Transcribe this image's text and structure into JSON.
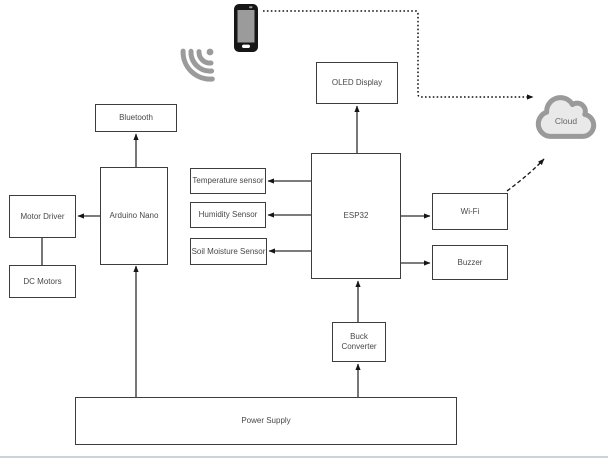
{
  "diagram": {
    "blocks": {
      "bluetooth": {
        "label": "Bluetooth"
      },
      "motor_driver": {
        "label": "Motor Driver"
      },
      "arduino_nano": {
        "label": "Arduino Nano"
      },
      "dc_motors": {
        "label": "DC Motors"
      },
      "temperature_sensor": {
        "label": "Temperature sensor"
      },
      "humidity_sensor": {
        "label": "Humidity Sensor"
      },
      "soil_moisture_sensor": {
        "label": "Soil Moisture Sensor"
      },
      "esp32": {
        "label": "ESP32"
      },
      "oled_display": {
        "label": "OLED Display"
      },
      "wifi": {
        "label": "Wi-Fi"
      },
      "buzzer": {
        "label": "Buzzer"
      },
      "buck_converter": {
        "label": "Buck Converter"
      },
      "power_supply": {
        "label": "Power Supply"
      },
      "cloud": {
        "label": "Cloud"
      }
    },
    "icons": [
      "smartphone-icon",
      "wireless-signal-icon",
      "cloud-icon"
    ],
    "edges": [
      {
        "from": "Arduino Nano",
        "to": "Bluetooth",
        "style": "solid-arrow"
      },
      {
        "from": "Arduino Nano",
        "to": "Motor Driver",
        "style": "solid-arrow"
      },
      {
        "from": "Motor Driver",
        "to": "DC Motors",
        "style": "solid-line"
      },
      {
        "from": "Power Supply",
        "to": "Arduino Nano",
        "style": "solid-arrow"
      },
      {
        "from": "ESP32",
        "to": "Temperature sensor",
        "style": "solid-arrow"
      },
      {
        "from": "ESP32",
        "to": "Humidity Sensor",
        "style": "solid-arrow"
      },
      {
        "from": "ESP32",
        "to": "Soil Moisture Sensor",
        "style": "solid-arrow"
      },
      {
        "from": "ESP32",
        "to": "OLED Display",
        "style": "solid-arrow"
      },
      {
        "from": "ESP32",
        "to": "Wi-Fi",
        "style": "solid-arrow"
      },
      {
        "from": "ESP32",
        "to": "Buzzer",
        "style": "solid-arrow"
      },
      {
        "from": "Buck Converter",
        "to": "ESP32",
        "style": "solid-arrow"
      },
      {
        "from": "Power Supply",
        "to": "Buck Converter",
        "style": "solid-arrow"
      },
      {
        "from": "Smartphone",
        "to": "Cloud",
        "style": "dotted-arrow"
      },
      {
        "from": "Wi-Fi",
        "to": "Cloud",
        "style": "dashed-arrow"
      }
    ],
    "colors": {
      "box_border": "#3d3d3d",
      "line": "#2e2e2e",
      "icon_gray": "#9b9b9b",
      "cloud_fill": "#e9e9e9",
      "cloud_border": "#9a9a9a",
      "bottom_divider": "#ccd4da"
    }
  }
}
